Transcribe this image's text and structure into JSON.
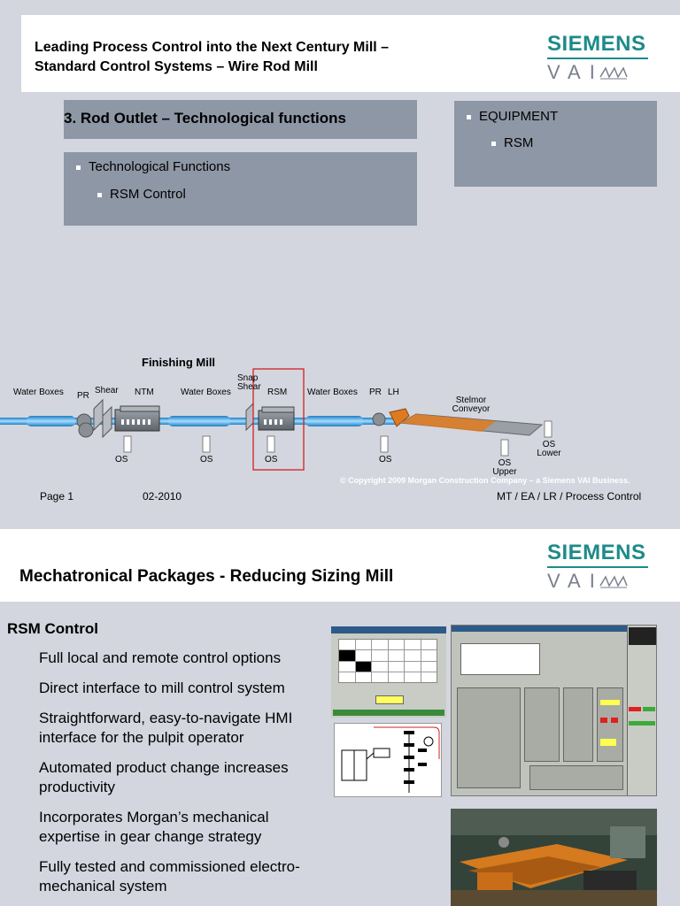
{
  "slide1": {
    "title_line1": "Leading Process Control into the Next Century Mill –",
    "title_line2": "Standard Control Systems – Wire Rod Mill",
    "logo_text1": "SIEMENS",
    "logo_text2": "VAI",
    "section_title": "3. Rod Outlet – Technological functions",
    "left_box": {
      "bullet1": "Technological Functions",
      "bullet2": "RSM Control"
    },
    "right_box": {
      "bullet1": "EQUIPMENT",
      "bullet2": "RSM"
    },
    "diagram": {
      "finishing_mill": "Finishing Mill",
      "water_boxes_1": "Water Boxes",
      "pr_1": "PR",
      "shear": "Shear",
      "ntm": "NTM",
      "water_boxes_2": "Water Boxes",
      "snap_shear": "Snap Shear",
      "rsm": "RSM",
      "water_boxes_3": "Water Boxes",
      "pr_2": "PR",
      "lh": "LH",
      "stelmor_conveyor": "Stelmor Conveyor",
      "os": "OS",
      "os_upper": "OS Upper",
      "os_lower": "OS Lower"
    },
    "footer": {
      "page": "Page 1",
      "date": "02-2010",
      "dept": "MT / EA / LR / Process Control",
      "copyright": "© Copyright 2009 Morgan Construction Company – a Siemens VAI Business."
    }
  },
  "slide2": {
    "title": "Mechatronical Packages - Reducing Sizing Mill",
    "logo_text1": "SIEMENS",
    "logo_text2": "VAI",
    "heading": "RSM Control",
    "items": [
      "Full local and remote control options",
      "Direct interface to mill control system",
      "Straightforward, easy-to-navigate HMI interface for the pulpit operator",
      "Automated product change increases productivity",
      "Incorporates Morgan’s mechanical expertise in gear change strategy",
      "Fully tested and commissioned electro-mechanical system"
    ]
  },
  "colors": {
    "background": "#d3d6df",
    "box": "#8e97a5",
    "siemens_teal": "#1e8a8a",
    "highlight_red": "#d22020"
  }
}
